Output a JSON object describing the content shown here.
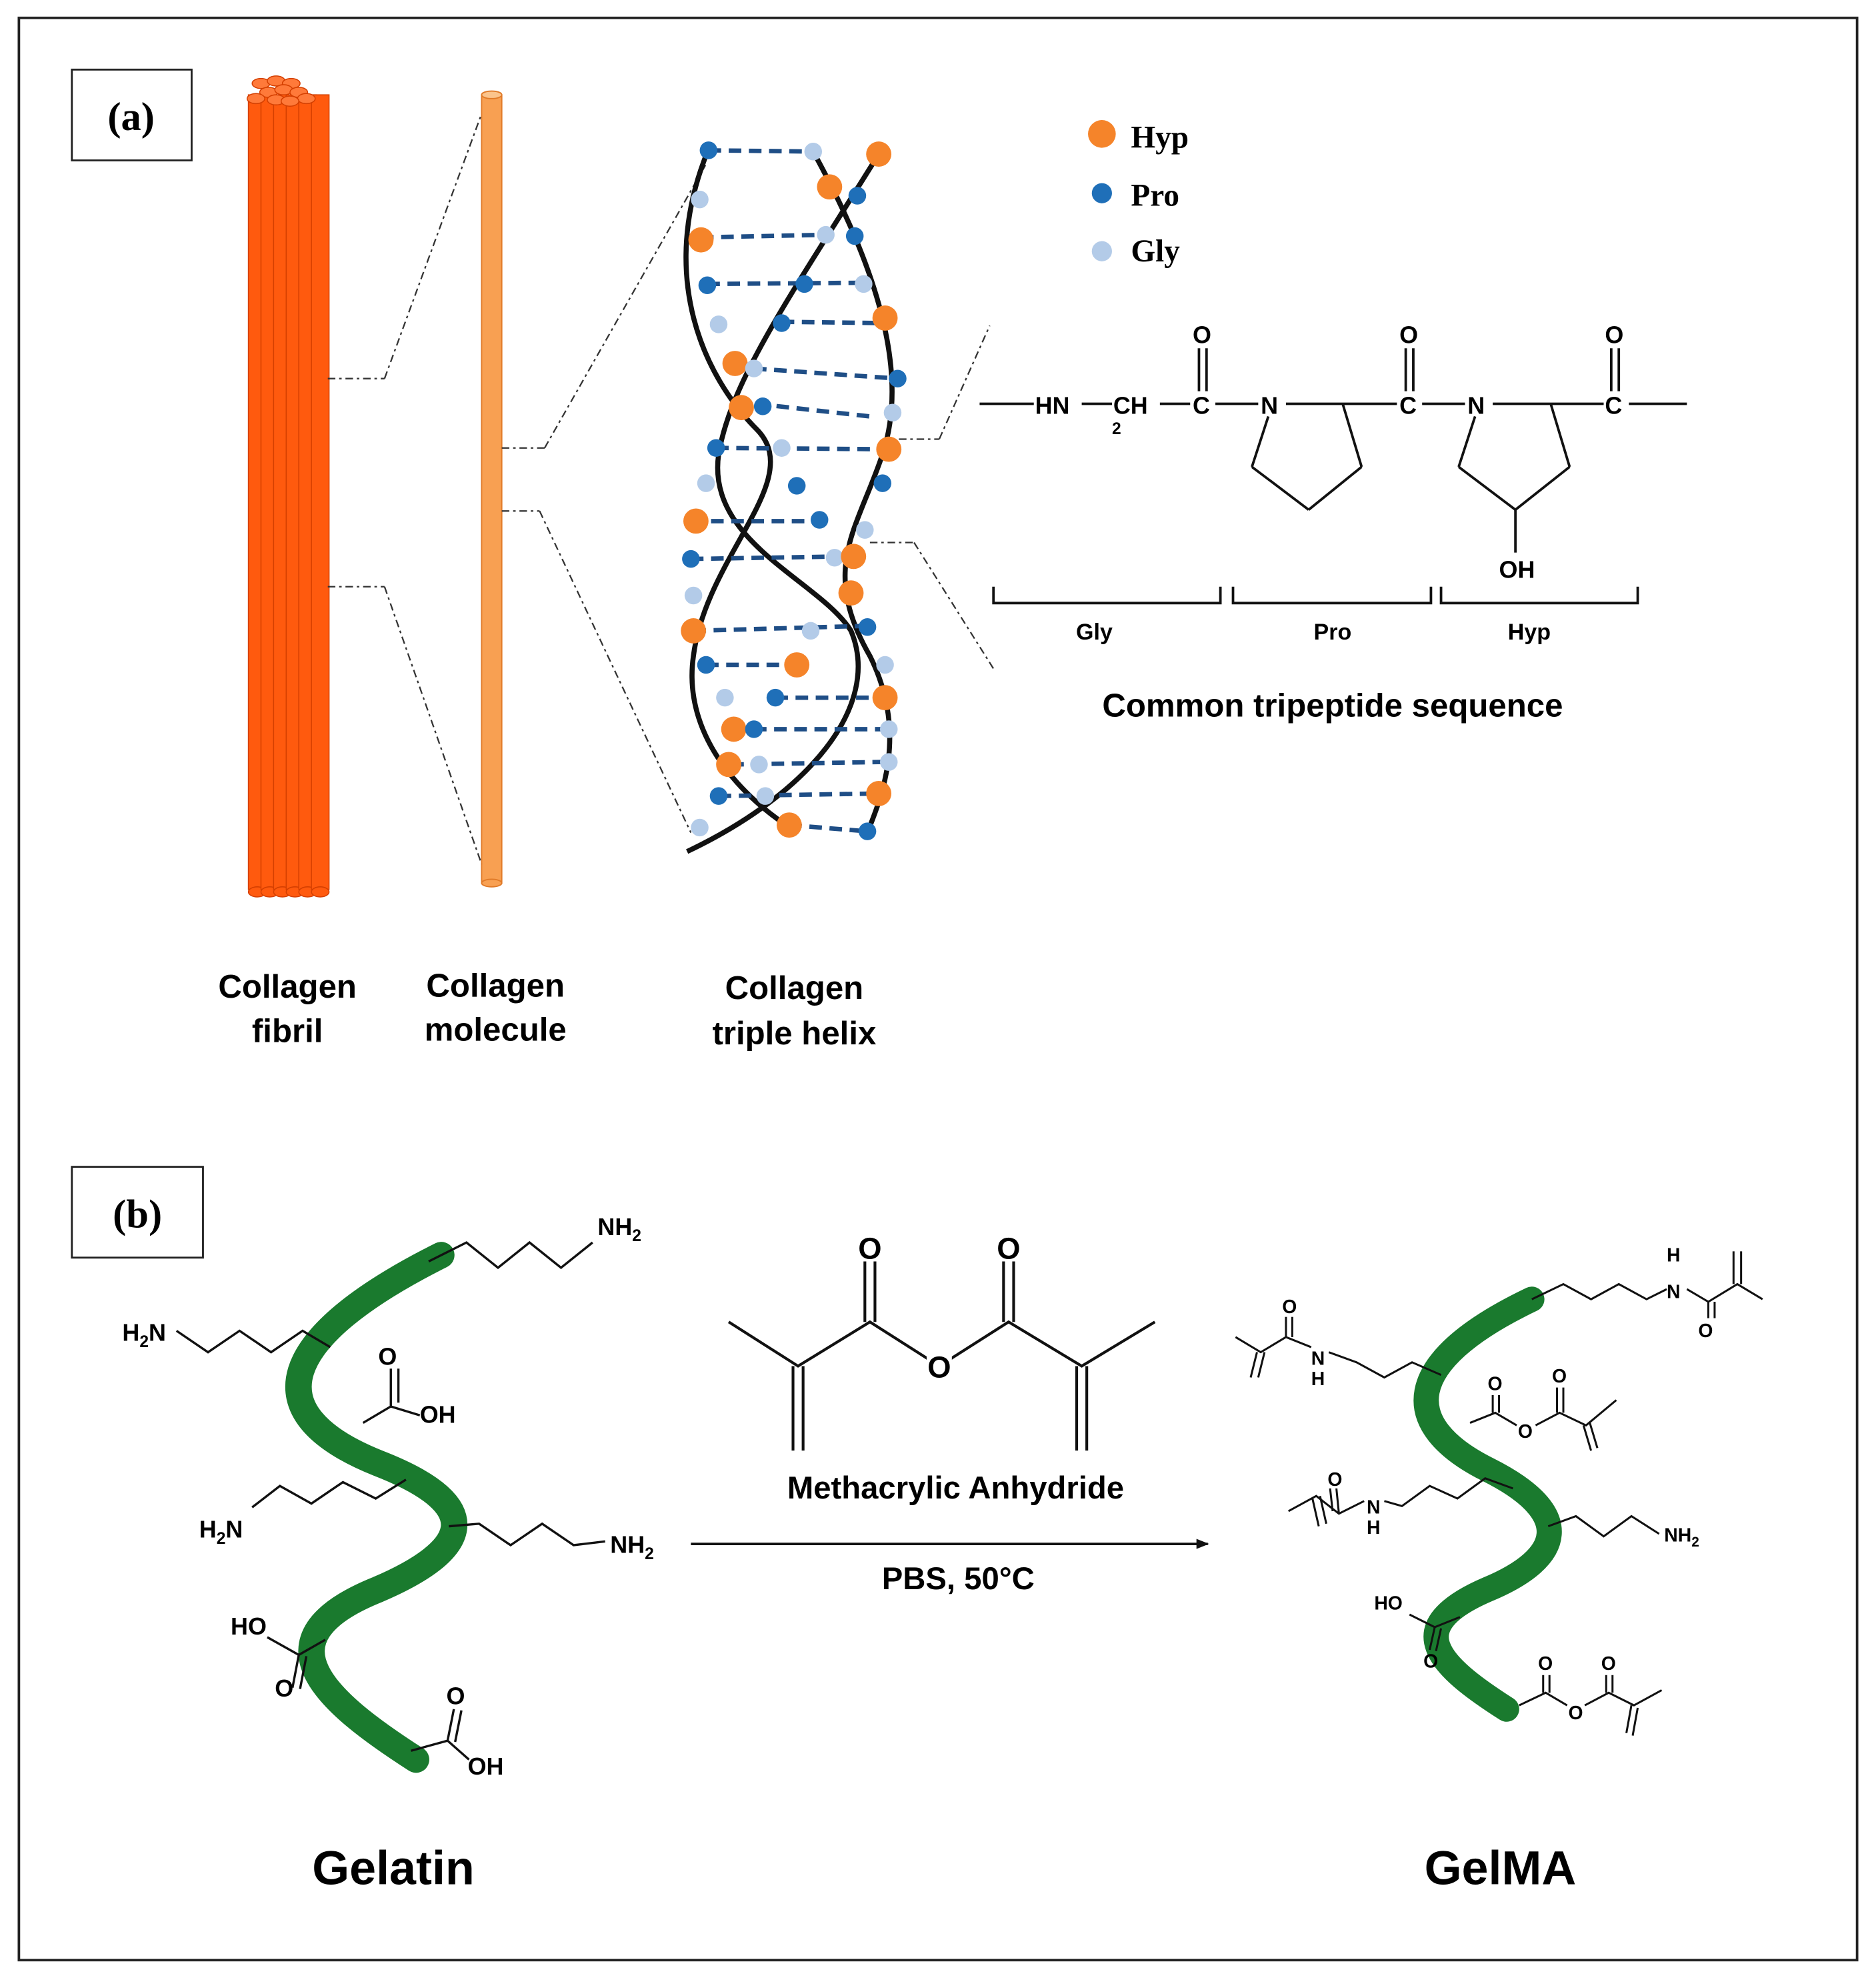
{
  "panel_a": {
    "label": "(a)",
    "labels": {
      "fibril": [
        "Collagen",
        "fibril"
      ],
      "molecule": [
        "Collagen",
        "molecule"
      ],
      "helix": [
        "Collagen",
        "triple helix"
      ]
    },
    "legend": [
      {
        "name": "Hyp",
        "color": "#f5842a"
      },
      {
        "name": "Pro",
        "color": "#1f6fb8"
      },
      {
        "name": "Gly",
        "color": "#b3cbe8"
      }
    ],
    "chemistry": {
      "hn": "HN",
      "ch": "CH",
      "sub2": "2",
      "c": "C",
      "n": "N",
      "o": "O",
      "oh": "OH",
      "residues": [
        "Gly",
        "Pro",
        "Hyp"
      ],
      "caption": "Common tripeptide sequence"
    }
  },
  "panel_b": {
    "label": "(b)",
    "reagent": "Methacrylic Anhydride",
    "conditions": "PBS, 50°C",
    "left_name": "Gelatin",
    "right_name": "GelMA",
    "atoms": {
      "o": "O",
      "oh": "OH",
      "ho": "HO",
      "h": "H",
      "n": "N",
      "nh2_a": "NH",
      "nh2_b": "2",
      "h2n_a": "H",
      "h2n_b": "2",
      "h2n_c": "N"
    }
  },
  "colors": {
    "fibril": "#ff5a0e",
    "molecule": "#f8a052",
    "chain": "#1a7a2e",
    "bond": "#111111"
  }
}
